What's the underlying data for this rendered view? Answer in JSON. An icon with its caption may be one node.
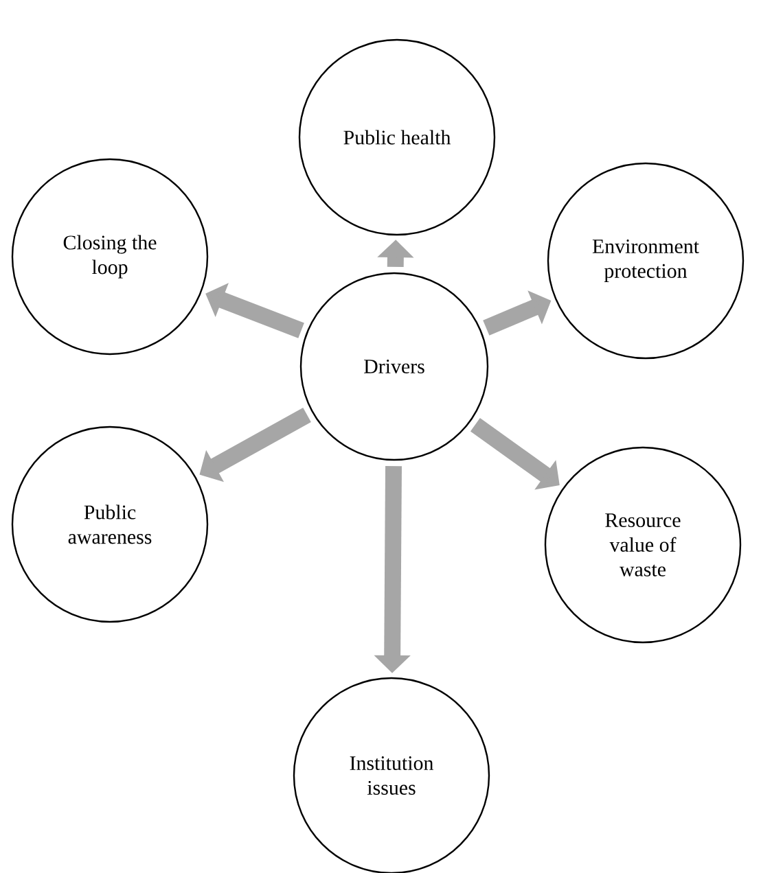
{
  "diagram": {
    "nodes": [
      {
        "text": [
          "Public health"
        ]
      },
      {
        "text": [
          "Closing the loop"
        ]
      },
      {
        "text": [
          "Environment protection"
        ]
      },
      {
        "text": [
          "Drivers"
        ]
      },
      {
        "text": [
          "Public awareness"
        ]
      },
      {
        "text": [
          "Resource value of waste"
        ]
      },
      {
        "text": [
          "Institution issues"
        ]
      }
    ],
    "edges": [
      {
        "from": 3,
        "to": 0,
        "arrow": "to"
      },
      {
        "from": 3,
        "to": 2,
        "arrow": "to"
      },
      {
        "from": 3,
        "to": 5,
        "arrow": "to"
      },
      {
        "from": 3,
        "to": 6,
        "arrow": "to"
      },
      {
        "from": 3,
        "to": 4,
        "arrow": "to"
      },
      {
        "from": 3,
        "to": 1,
        "arrow": "to"
      }
    ]
  }
}
